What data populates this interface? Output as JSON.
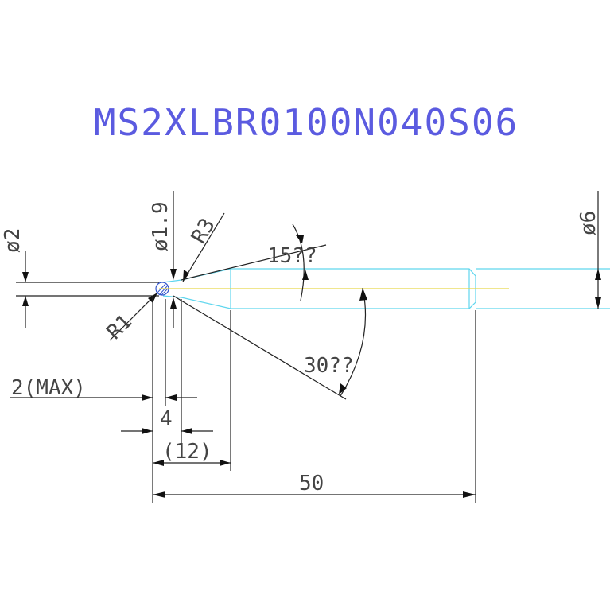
{
  "title": "MS2XLBR0100N040S06",
  "labels": {
    "phi2": "ø2",
    "phi1_9": "ø1.9",
    "r3": "R3",
    "r1": "R1",
    "phi6": "ø6",
    "angle15": "15??",
    "angle30": "30??",
    "max2": "2(MAX)",
    "d4": "4",
    "d12": "(12)",
    "d50": "50"
  },
  "colors": {
    "title": "#5b5be0",
    "tool_outline": "#5fd6ee",
    "centerline": "#e6d84a",
    "dimension": "#222222",
    "tip_hatch": "#3355cc"
  }
}
